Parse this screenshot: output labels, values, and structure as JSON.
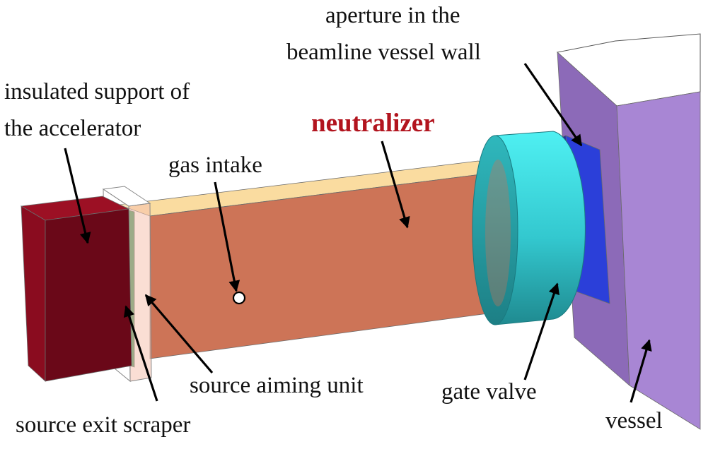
{
  "labels": {
    "aperture_line1": "aperture in the",
    "aperture_line2": "beamline vessel wall",
    "insulated_line1": "insulated support of",
    "insulated_line2": "the accelerator",
    "neutralizer": "neutralizer",
    "gas_intake": "gas intake",
    "source_aiming_unit": "source aiming unit",
    "gate_valve": "gate valve",
    "source_exit_scraper": "source exit scraper",
    "vessel": "vessel"
  },
  "colors": {
    "highlight_label": "#b2141e",
    "insulated_support": "#7c0a1b",
    "neutralizer": "#cd7457",
    "neutralizer_top": "#fadca0",
    "gate_valve": "#39d2d8",
    "aperture": "#2b3fd9",
    "vessel": "#a886d4",
    "aiming_unit": "#2f8f55"
  }
}
